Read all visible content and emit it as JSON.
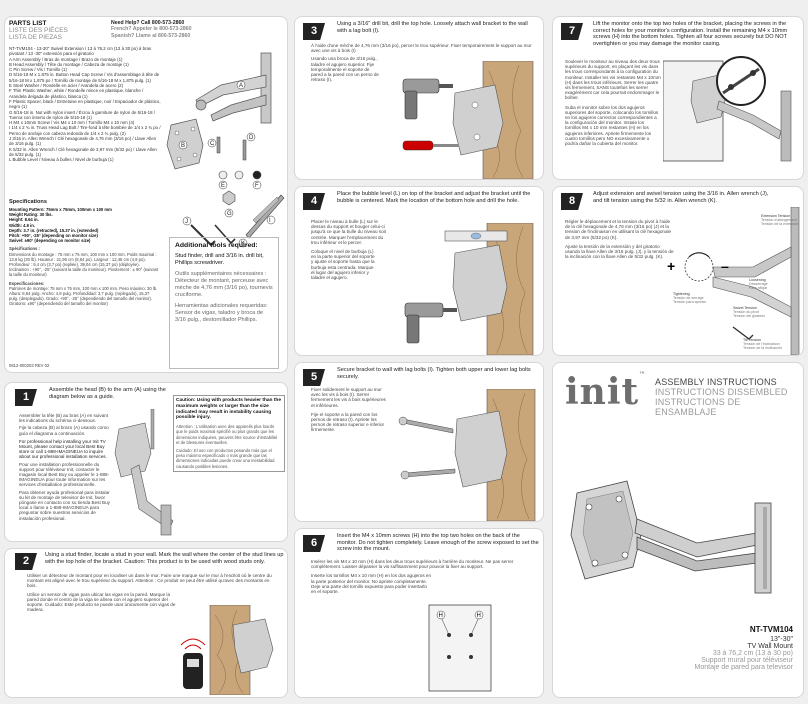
{
  "parts": {
    "title_en": "PARTS LIST",
    "title_fr": "LISTE DES PIÈCES",
    "title_es": "LISTA DE PIEZAS",
    "help_en": "Need Help? Call 800-573-2860",
    "help_fr": "French? Appeler le 800-573-2860",
    "help_es": "Spanish? Llame al 800-573-2860",
    "items": [
      "NT-TVM104 - 13-30\" Swivel Extension / 13 à 76,2 cm (13 à 30 po) à bras pivotant / 13 -30\" extensión para el giratorio",
      "A  Arm Assembly / Bras de montage / Brazo de montaje (1)",
      "B  Head Assembly / Tête du montage / Cabeza de montaje (1)",
      "C  Pin Screw / Vis / Tornillo (1)",
      "D  5/16-18 M x 1.875 in. Button Head Cap Screw / Vis d'assemblage à tête de 5/16-18 M x 1,875 po / Tornillo de montaje de 5/16-18 M x 1,875 pulg. (1)",
      "E  Steel Washer / Rondelle en acier / Arandela de acero (2)",
      "F  Thin Plastic Washer, white / Rondelle mince en plastique, blanche / Arandela delgada de plástico, blanca (1)",
      "F  Plastic Spacer, black / Entretoise en plastique, noir / Espaciador de plástico, negro (1)",
      "G  5/16-18 in. Nut with nylon insert / Écrou à garniture de nylon de 5/16-18 / Tuerca con inserto de nylon de 5/16-18 (1)",
      "H  M4 x 10mm Screw / Vis M4 x 10 mm / Tornillo M4 x 10 mm (4)",
      "I  1/4 x 2 ¾ in. Truss Head Lag Bolt / Tire-fond à tête bombée de 1/4 x 2 ¾ po / Perno de anclaje con cabeza redonda de 1/4 x 2 ¾ pulg. (2)",
      "J  3/16 in. Allen Wrench / Clé hexagonale de 4,76 mm (3/16 po) / Llave Allen de 3/16 pulg. (1)",
      "K  5/32 in. Allen Wrench / Clé hexagonale de 3,97 mm (5/32 po) / Llave Allen de 5/32 pulg. (1)",
      "L  Bubble Level / Niveau à bulles / Nivel de burbuja (1)"
    ],
    "spec_title": "Specifications",
    "specs": [
      "Mounting Pattern: 75mm x 75mm, 100mm x 100 mm",
      "Weight Rating: 30 lbs.",
      "Height: 8.64 in.",
      "Width: 4.9 in.",
      "Depth: 3.7 in. (retracted), 15.37 in. (extended)",
      "Pitch: +90°, -25° (depending on monitor size)",
      "Swivel: ±90° (depending on monitor size)"
    ],
    "specs_fr_title": "Spécifications :",
    "specs_fr": "Dimensions du montage : 75 mm x 75 mm, 100 mm x 100 mm. Poids maximal : 13,6 kg (30 lb). Hauteur : 21,95 cm (8,64 po). Largeur : 12,45 cm (4,9 po). Profondeur : 9,4 cm (3,7 po) (repliée), 39,04 cm (15,37 po) (déployée). Inclinaison : +90°, -25° (suivant la taille du moniteur). Pivotement : ± 90° (suivant la taille du moniteur)",
    "specs_es_title": "Especificaciones:",
    "specs_es": "Patrones de montaje: 75 mm x 75 mm, 100 mm x 100 mm. Peso máximo: 30 lb. Altura: 8,64 pulg. Ancho: 4,9 pulg. Profundidad: 3,7 pulg. (replegado), 15,37 pulg. (desplegado). Grado: +90°, -25° (dependiendo del tamaño del monitor). Giratorio: ±90° (dependiendo del tamaño del monitor)",
    "doc_code": "0812-000203 REV 02",
    "tools_title": "Additional tools required:",
    "tools_en": "Stud finder, drill and 3/16 in. drill bit, Phillips screwdriver.",
    "tools_fr": "Outils supplémentaires nécessaires : Détecteur de montant, perceuse avec mèche de 4,76 mm (3/16 po), tournevis cruciforme.",
    "tools_es": "Herramientas adicionales requeridas: Sensor de vigas, taladro y broca de 3/16 pulg., destornillador Phillips."
  },
  "steps": [
    {
      "num": "1",
      "title": "Assemble the head (B) to the arm (A) using the diagram below as a guide.",
      "fr": "Assembler la tête (B) au bras (A) en suivant les indications du schéma ci-dessous.",
      "es": "Fije la cabeza (B) al brazo (A) usando como guía el diagrama a continuación.",
      "extra_en": "For professional help installing your Init TV Mount, please contact your local Best Buy store or call 1-888-IMAGINEUA to inquire about our professional installation services.",
      "extra_fr": "Pour une installation professionnelle du support pour téléviseur Init, contacter le magasin local Best Buy ou appeler le 1-888-IMAGINEUA pour toute information sur les services d'installation professionnelle.",
      "extra_es": "Para obtener ayuda profesional para instalar su kit de montaje de televisor de Init, favor póngase en contacto con su tienda Best Buy local o llame a 1-888-IMAGINEUA para preguntar sobre nuestros servicios de instalación profesional."
    },
    {
      "num": "2",
      "title": "Using a stud finder, locate a stud in your wall. Mark the wall where the center of the stud lines up with the top hole of the bracket. Caution: This product is to be used with wood studs only.",
      "fr": "Utiliser un détecteur de montant pour en localiser un dans le mur. Faire une marque sur le mur à l'endroit où le centre du montant est aligné avec le trou supérieur du support. Attention : Ce produit ne peut être utilisé qu'avec des montants en bois.",
      "es": "Utilice un sensor de vigas para ubicar las vigas en la pared. Marque la pared donde el centro de la viga se alinea con el agujero superior del soporte. Cuidado: Este producto se puede usar únicamente con vigas de madera."
    },
    {
      "num": "3",
      "title": "Using a 3/16\" drill bit, drill the top hole. Loosely attach wall bracket to the wall with a lag bolt (I).",
      "fr": "À l'aide d'une mèche de 4,76 mm (3/16 po), percer le trou supérieur. Fixer temporairement le support au mur avec une vis à bois (I)",
      "es": "Usando una broca de 3/16 pulg., taladre el agujero superior. Fije temporalmente el soporte de pared a la pared con un perno de retraso (I)."
    },
    {
      "num": "4",
      "title": "Place the bubble level (L) on top of the bracket and adjust the bracket until the bubble is centered. Mark the location of the bottom hole and drill the hole.",
      "fr": "Placer le niveau à bulle (L) sur le dessus du support et bouger celui-ci jusqu'à ce que la bulle du niveau soit centrée. Marquer l'emplacement du trou inférieur et le percer.",
      "es": "Coloque el nivel de burbuja (L) en la parte superior del soporte y ajuste el soporte hasta que la burbuja esta centrada. Marque el lugar del agujero inferior y taladre el agujero."
    },
    {
      "num": "5",
      "title": "Secure bracket to wall with lag bolts (I). Tighten both upper and lower lag bolts securely.",
      "fr": "Fixer solidement le support au mur avec les vis à bois (I). Serrer fermement les vis à bois supérieures et inférieures.",
      "es": "Fije el soporte a la pared con los pernos de retraso (I). Apriete los pernos de retraso superior e inferior firmemente."
    },
    {
      "num": "6",
      "title": "Insert the M4 x 10mm screws (H) into the top two holes on the back of the monitor. Do not tighten completely. Leave enough of the screw exposed to set the screw into the mount.",
      "fr": "Insérer les vis M4 x 10 mm (H) dans les deux trous supérieurs à l'arrière du moniteur. Ne pas serrer complètement. Laisser dépasser la vis suffisamment pour pouvoir la fixer au support.",
      "es": "Inserte los tornillos M4 x 10 mm (H) en los dos agujeros en la parte posterior del monitor. No apriete completamente. Deje una parte del tornillo expuesto para poder insertarlo en el soporte."
    },
    {
      "num": "7",
      "title": "Lift the monitor onto the top two holes of the bracket, placing the screws in the correct holes for your monitor's configuration. Install the remaining M4 x 10mm screws (H) into the bottom holes. Tighten all four screws securely but DO NOT overtighten or you may damage the monitor casing.",
      "fr": "Soulever le moniteur au niveau des deux trous supérieurs du support, en plaçant les vis dans les trous correspondants à la configuration du moniteur. Installer les vis restantes M4 x 10mm (H) dans les trous inférieurs. Serrer les quatre vis fermement, SANS toutefois les serrer exagérément car cela pourrait endommager le boîtier.",
      "es": "Suba el monitor sobre los dos agujeros superiores del soporte, colocando los tornillos en los agujeros correctos correspondientes a la configuración del monitor. Instale los tornillos M4 x 10 mm restantes (H) en los agujeros inferiores. Apriete firmemente los cuatro tornillos pero NO excesivamente o podría dañar la cubierta del monitor."
    },
    {
      "num": "8",
      "title": "Adjust extension and swivel tension using the 3/16 in. Allen wrench (J), and tilt tension using the 5/32 in. Allen wrench (K).",
      "fr": "Régler le déplacement et la tension du pivot à l'aide de la clé hexagonale de 4,76 mm (3/16 po) (J) et la tension de l'inclinaison en utilisant la clé hexagonale de 3,97 mm (5/32 po) (K).",
      "es": "Ajuste la tensión de la extensión y del giratorio usando la llave Allen de 3/16 pulg. (J), y la tensión de la inclinación con la llave Allen de 5/32 pulg. (K)."
    }
  ],
  "caution": {
    "title": "Caution: Using with products heavier than the maximum weights or larger than the size indicated may result in instability causing possible injury.",
    "fr": "Attention : L'utilisation avec des appareils plus lourds que le poids maximal spécifié ou plus grands que les dimensions indiquées, peuvent être source d'instabilité et de blessures éventuelles.",
    "es": "Cuidado: El uso con productos pesando más que el peso máximo especificado o más grande que las dimensiones indicadas puede crear una inestabilidad causando posibles lesiones."
  },
  "step8_labels": {
    "extension": "Extension Tension",
    "extension_fr": "Tension d'allongement",
    "extension_es": "Tensión de la extensión",
    "loosening": "Loosening",
    "loosening_fr": "Desserrage",
    "loosening_es": "Para aflojar",
    "tightening": "Tightening",
    "tightening_fr": "Tensión de serrage",
    "tightening_es": "Tensión para apretar",
    "swivel": "Swivel Tension",
    "swivel_fr": "Tension du pivot",
    "swivel_es": "Tensión del giratorio",
    "tilt": "Tilt Tension",
    "tilt_fr": "Tension de l'inclinaison",
    "tilt_es": "Tensión de la inclinación",
    "plus": "+",
    "minus": "–"
  },
  "part_labels": [
    "A",
    "B",
    "C",
    "D",
    "E",
    "F",
    "G",
    "H",
    "I",
    "J",
    "K",
    "L"
  ],
  "brand": {
    "logo": "init",
    "tm": "™",
    "assembly_en": "ASSEMBLY INSTRUCTIONS",
    "assembly_fr": "INSTRUCTIONS DISSEMBLED",
    "assembly_es": "INSTRUCTIONS DE ENSAMBLAJE",
    "model": "NT-TVM104",
    "size": "13\"-30\"",
    "product": "TV Wall Mount",
    "size_metric": "33 à 76,2 cm (13 à 30 po)",
    "product_fr": "Support mural pour téléviseur",
    "product_es": "Montaje de pared para televisor"
  },
  "colors": {
    "panel_border": "#d6d6d6",
    "num_badge": "#222222",
    "wood": "#c9a57a",
    "metal": "#b8b8b8",
    "brand_gray": "#707070"
  }
}
